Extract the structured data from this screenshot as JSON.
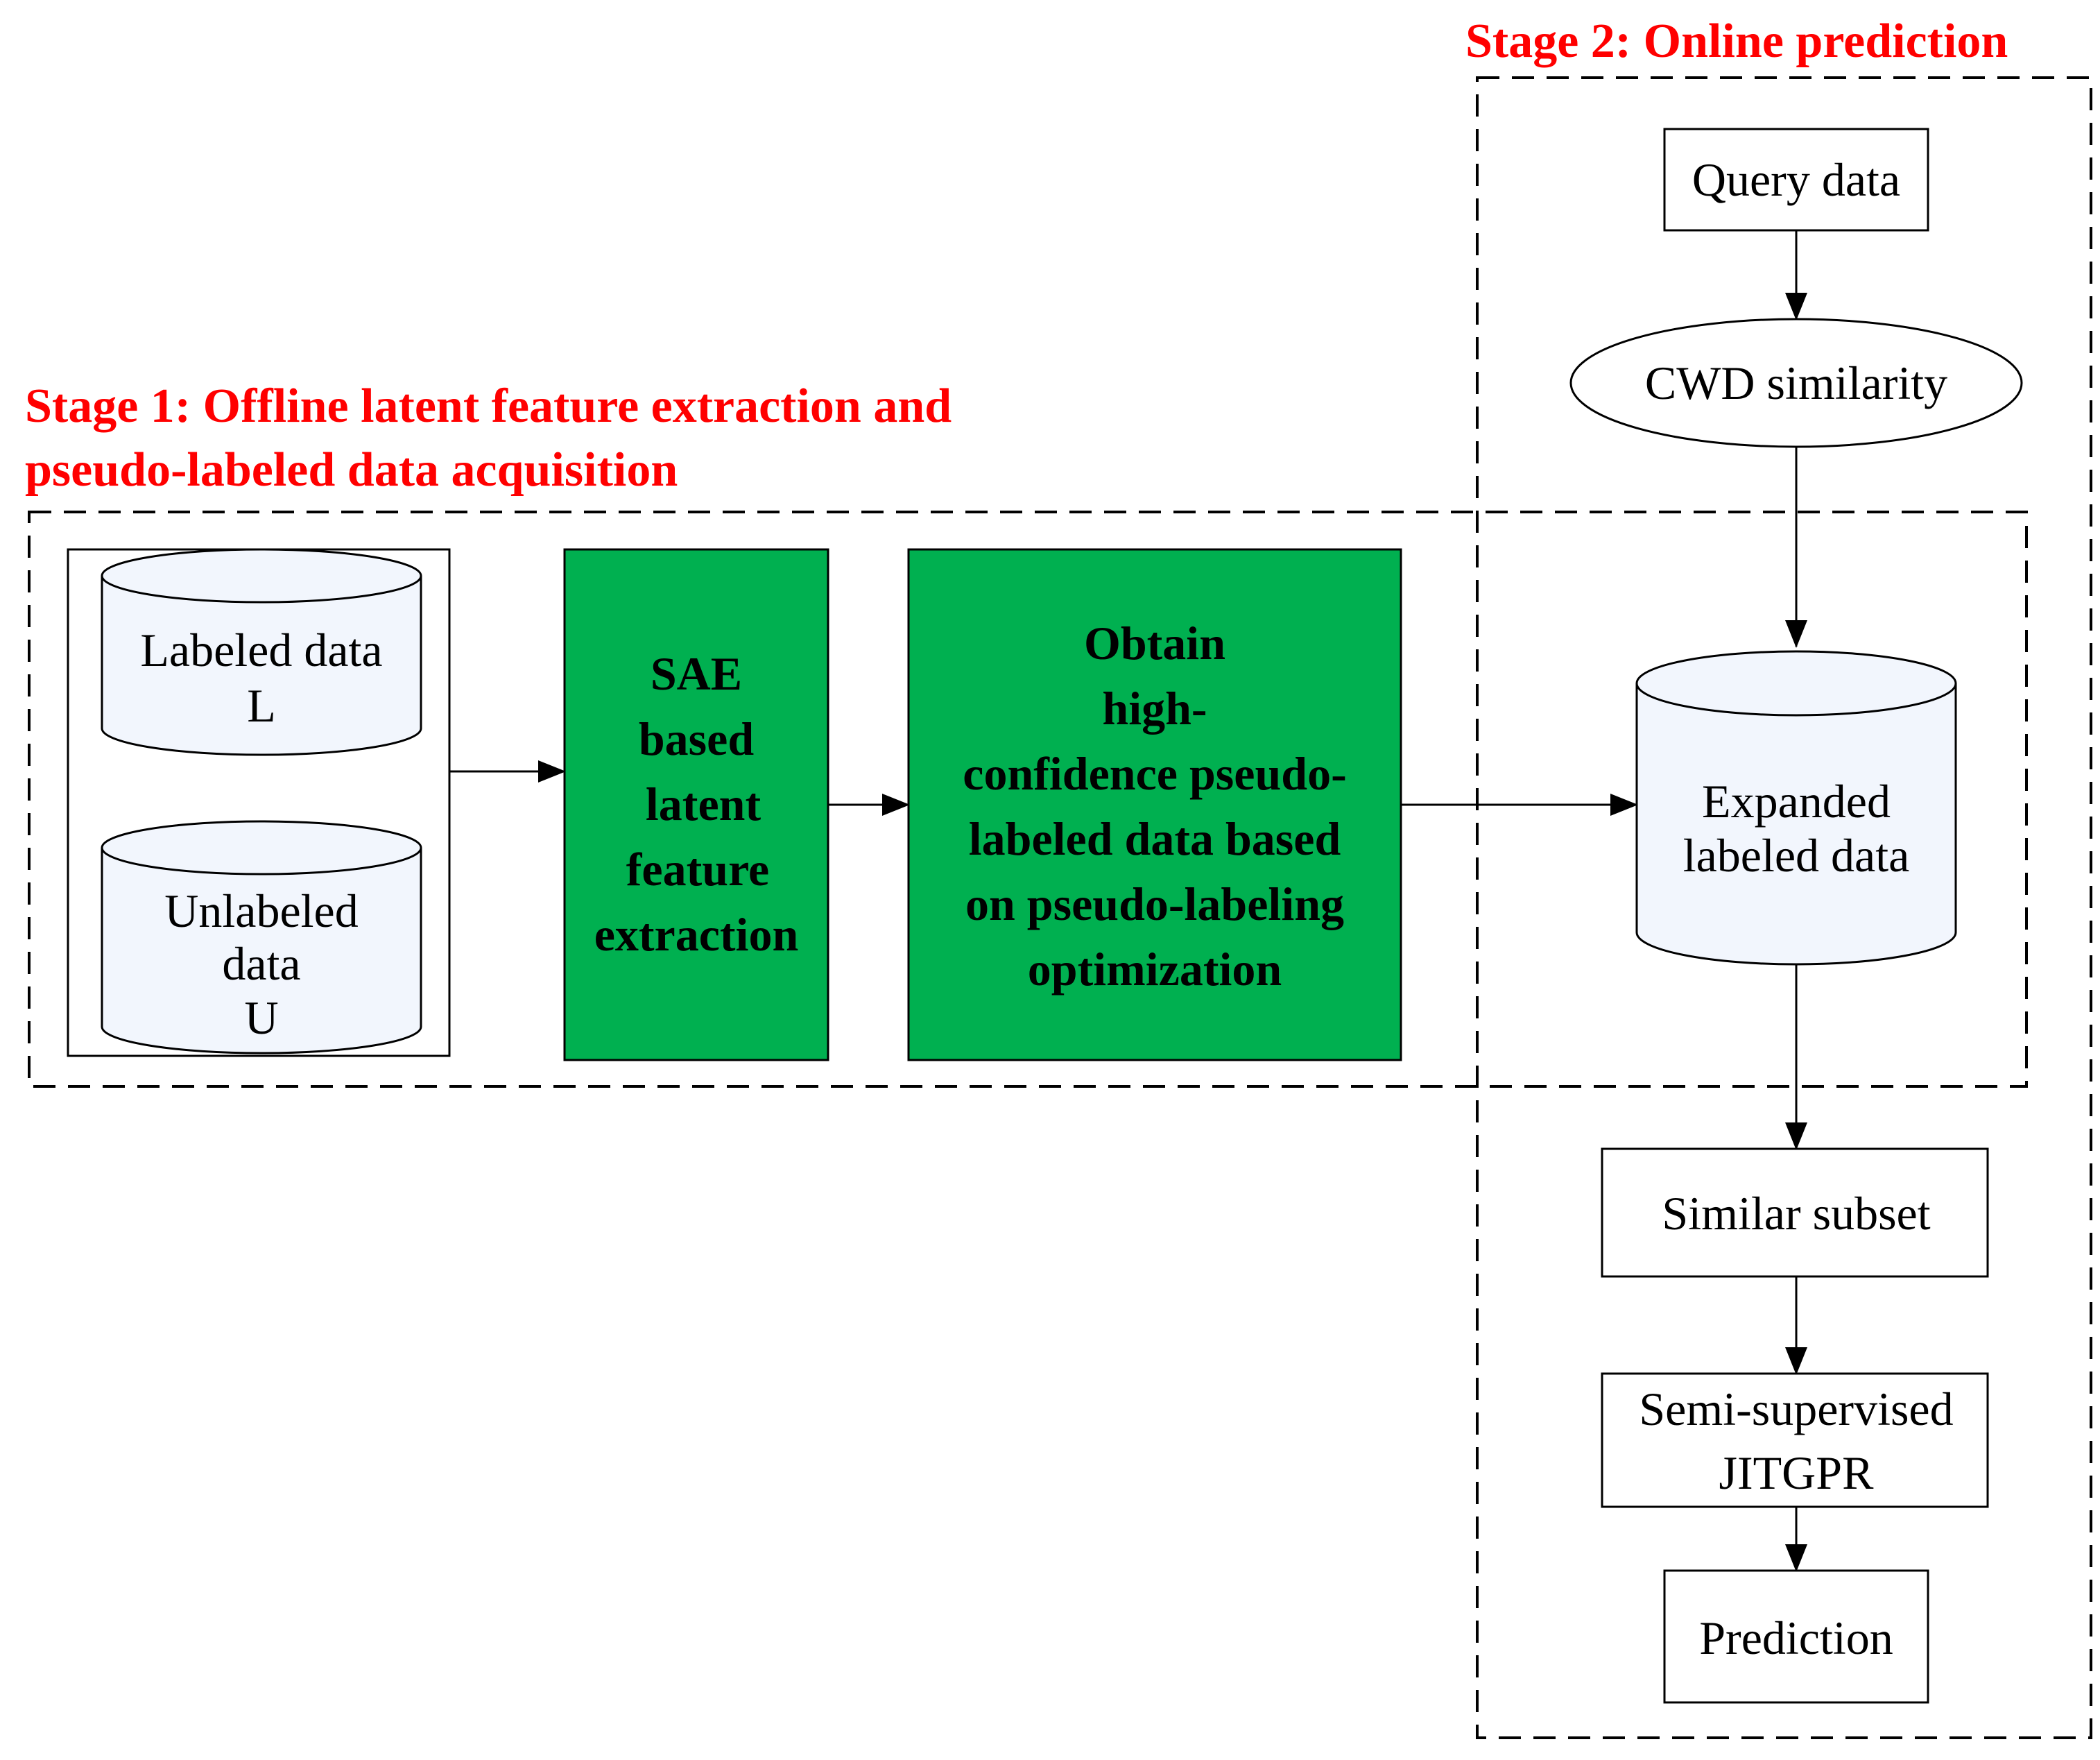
{
  "stage1": {
    "title_line1": "Stage 1: Offline latent feature extraction and",
    "title_line2": "pseudo-labeled data acquisition"
  },
  "stage2": {
    "title": "Stage 2: Online prediction"
  },
  "labeled_data": {
    "line1": "Labeled data",
    "line2": "L"
  },
  "unlabeled_data": {
    "line1": "Unlabeled",
    "line2": "data",
    "line3": "U"
  },
  "sae_box": {
    "lines": [
      "SAE",
      "based",
      "latent",
      "feature",
      "extraction"
    ]
  },
  "pseudo_box": {
    "lines": [
      "Obtain",
      "high-",
      "confidence pseudo-",
      "labeled data based",
      "on pseudo-labeling",
      "optimization"
    ]
  },
  "query_data": "Query data",
  "cwd_similarity": "CWD similarity",
  "expanded_data": {
    "line1": "Expanded",
    "line2": "labeled data"
  },
  "similar_subset": "Similar subset",
  "jitgpr": {
    "line1": "Semi-supervised",
    "line2": "JITGPR"
  },
  "prediction": "Prediction",
  "colors": {
    "stage_label": "#ff0000",
    "green_box": "#00b050",
    "cylinder_fill": "#f2f6fd",
    "stroke": "#000000"
  }
}
